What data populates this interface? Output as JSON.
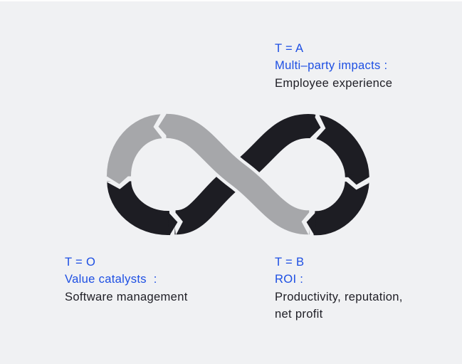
{
  "colors": {
    "background": "#f0f1f3",
    "top_edge": "#fdfdfd",
    "accent_blue": "#1d4fe3",
    "text_dark": "#202027",
    "ribbon_dark": "#1d1d23",
    "ribbon_gray": "#a6a7aa"
  },
  "diagram": {
    "type": "infinity-loop-arrow-cycle",
    "labels": {
      "top_right": {
        "l1": "T = A",
        "l2": "Multi–party impacts :",
        "l3": "Employee experience"
      },
      "bottom_left": {
        "l1": "T = O",
        "l2": "Value catalysts  :",
        "l3": "Software management"
      },
      "bottom_right": {
        "l1": "T = B",
        "l2": "ROI :",
        "l3": "Productivity, reputation,\nnet profit"
      }
    }
  }
}
